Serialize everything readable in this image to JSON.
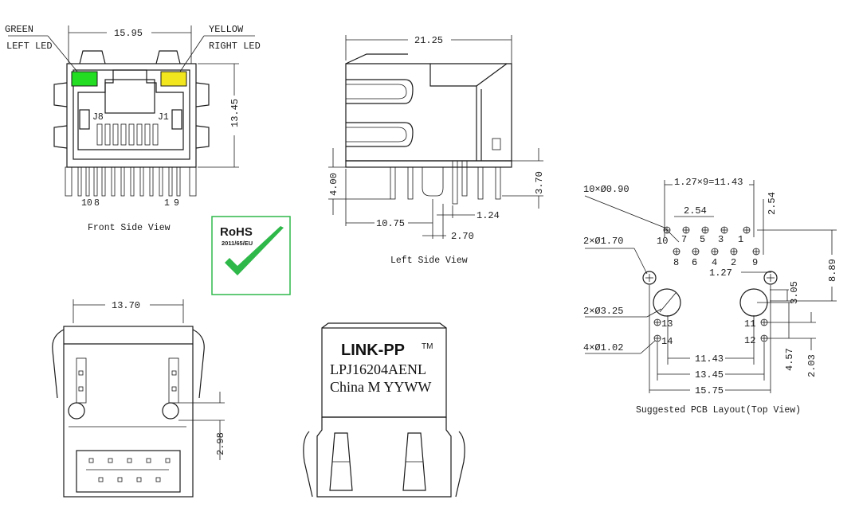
{
  "front_view": {
    "caption": "Front Side View",
    "width_dim": "15.95",
    "height_dim": "13.45",
    "green_label_1": "GREEN",
    "green_label_2": "LEFT LED",
    "yellow_label_1": "YELLOW",
    "yellow_label_2": "RIGHT LED",
    "pin_j8": "J8",
    "pin_j1": "J1",
    "pin_10": "10",
    "pin_8": "8",
    "pin_1": "1",
    "pin_9": "9",
    "led_green_color": "#22dd22",
    "led_yellow_color": "#f2e61e"
  },
  "side_view": {
    "caption": "Left Side View",
    "length_dim": "21.25",
    "height_dim": "4.00",
    "pin_height_dim": "3.70",
    "offset_dim": "10.75",
    "pitch_dim": "1.24",
    "spacing_dim": "2.70"
  },
  "rohs": {
    "title": "RoHS",
    "directive": "2011/65/EU",
    "color": "#2fb84a"
  },
  "bottom_view": {
    "width_dim": "13.70",
    "height_dim": "2.98"
  },
  "back_view": {
    "brand": "LINK-PP",
    "tm": "TM",
    "part_number": "LPJ16204AENL",
    "origin_line": "China M YYWW"
  },
  "pcb_layout": {
    "caption": "Suggested PCB Layout(Top View)",
    "holes_signal": "10×Ø0.90",
    "holes_post": "2×Ø1.70",
    "holes_mount": "2×Ø3.25",
    "holes_led": "4×Ø1.02",
    "pitch_total": "1.27×9=11.43",
    "pitch_254": "2.54",
    "row_offset": "2.54",
    "half_pitch": "1.27",
    "vert_889": "8.89",
    "vert_305": "3.05",
    "dim_1143": "11.43",
    "dim_1345": "13.45",
    "dim_1575": "15.75",
    "dim_457": "4.57",
    "dim_203": "2.03",
    "top_row_pins": [
      "10",
      "7",
      "5",
      "3",
      "1"
    ],
    "bottom_row_pins": [
      "8",
      "6",
      "4",
      "2",
      "9"
    ],
    "led_pins": [
      "13",
      "14",
      "11",
      "12"
    ]
  }
}
